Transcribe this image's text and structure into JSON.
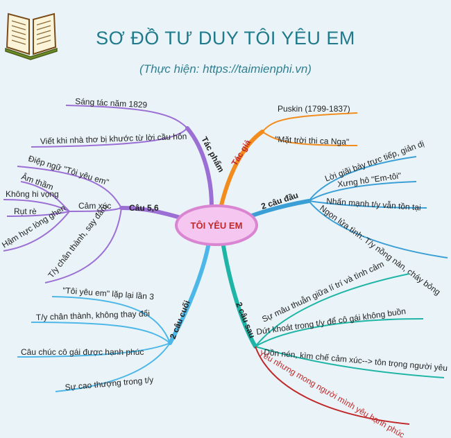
{
  "header": {
    "title": "SƠ ĐỒ TƯ DUY TÔI YÊU EM",
    "subtitle": "(Thực hiện: https://taimienphi.vn)"
  },
  "center": "TÔI YÊU EM",
  "branches": {
    "tac_gia": {
      "label": "Tác giả",
      "items": [
        "Puskin (1799-1837)",
        "\"Mặt trời thi ca Nga\""
      ]
    },
    "hai_cau_dau": {
      "label": "2 câu đầu",
      "items": [
        "Lời giãi bày trực tiếp, giản dị",
        "Xưng hô \"Em-tôi\"",
        "Nhấn mạnh t/y vẫn tồn tại",
        "Ngọn lửa tình: T/y nồng nàn, cháy bỏng"
      ]
    },
    "hai_cau_sau": {
      "label": "2 câu sau",
      "items": [
        "Sự mâu thuẫn giữa lí trí và tình cảm",
        "Dứt khoát trong t/y để cô gái không buồn",
        "Dồn nén, kìm chế cảm xúc--> tôn trọng người yêu",
        "Yêu nhưng mong người mình yêu hạnh phúc"
      ]
    },
    "hai_cau_cuoi": {
      "label": "2 câu cuối",
      "items": [
        "\"Tôi yêu em\" lặp lại lần 3",
        "T/y chân thành, không thay đổi",
        "Câu chúc cô gái được hạnh phúc",
        "Sự cao thượng trong t/y"
      ]
    },
    "cau_56": {
      "label": "Câu 5,6",
      "items": [
        "Điệp ngữ \"Tôi yêu em\"",
        "Cảm xúc",
        "T/y chân thành, say đắm"
      ],
      "cam_xuc_items": [
        "Âm thầm",
        "Không hi vọng",
        "Rụt rè",
        "Hậm hực lòng ghen"
      ]
    },
    "tac_pham": {
      "label": "Tác phẩm",
      "items": [
        "Sáng tác năm 1829",
        "Viết khi nhà thơ bị khước từ lời cầu hôn"
      ]
    }
  },
  "colors": {
    "tac_gia": "#f28c1e",
    "hai_cau_dau": "#3b9fd6",
    "hai_cau_sau": "#1fb5a6",
    "hai_cau_cuoi": "#4db7e8",
    "cau_56": "#9b6fd4",
    "tac_pham": "#9b6fd4",
    "center_fill": "#f5c6ef",
    "center_stroke": "#d985d2"
  },
  "icons": {
    "logo": "open-book-icon"
  }
}
